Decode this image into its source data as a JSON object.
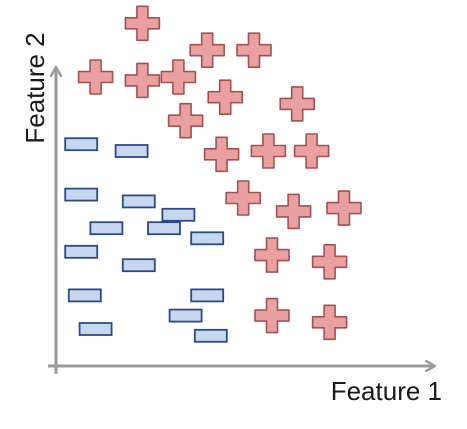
{
  "chart_data": {
    "type": "scatter",
    "xlabel": "Feature 1",
    "ylabel": "Feature 2",
    "xlim": [
      0,
      10
    ],
    "ylim": [
      0,
      10
    ],
    "grid": false,
    "axis_color": "#9a9a9a",
    "series": [
      {
        "marker": "plus-icon",
        "fill": "#e8a0a0",
        "stroke": "#a85050",
        "points": [
          [
            2.4,
            10.2
          ],
          [
            4.2,
            9.4
          ],
          [
            5.5,
            9.4
          ],
          [
            1.1,
            8.6
          ],
          [
            2.4,
            8.5
          ],
          [
            3.4,
            8.6
          ],
          [
            4.7,
            8.0
          ],
          [
            6.7,
            7.8
          ],
          [
            3.6,
            7.3
          ],
          [
            4.6,
            6.3
          ],
          [
            5.9,
            6.4
          ],
          [
            7.1,
            6.4
          ],
          [
            5.2,
            5.0
          ],
          [
            6.6,
            4.6
          ],
          [
            8.0,
            4.7
          ],
          [
            6.0,
            3.3
          ],
          [
            7.6,
            3.1
          ],
          [
            6.0,
            1.5
          ],
          [
            7.6,
            1.3
          ]
        ]
      },
      {
        "marker": "minus-icon",
        "fill": "#c7d8ee",
        "stroke": "#2b4a8a",
        "points": [
          [
            0.7,
            6.6
          ],
          [
            2.1,
            6.4
          ],
          [
            0.7,
            5.1
          ],
          [
            2.3,
            4.9
          ],
          [
            3.4,
            4.5
          ],
          [
            1.4,
            4.1
          ],
          [
            3.0,
            4.1
          ],
          [
            4.2,
            3.8
          ],
          [
            0.7,
            3.4
          ],
          [
            2.3,
            3.0
          ],
          [
            0.8,
            2.1
          ],
          [
            4.2,
            2.1
          ],
          [
            3.6,
            1.5
          ],
          [
            1.1,
            1.1
          ],
          [
            4.3,
            0.9
          ]
        ]
      }
    ]
  }
}
